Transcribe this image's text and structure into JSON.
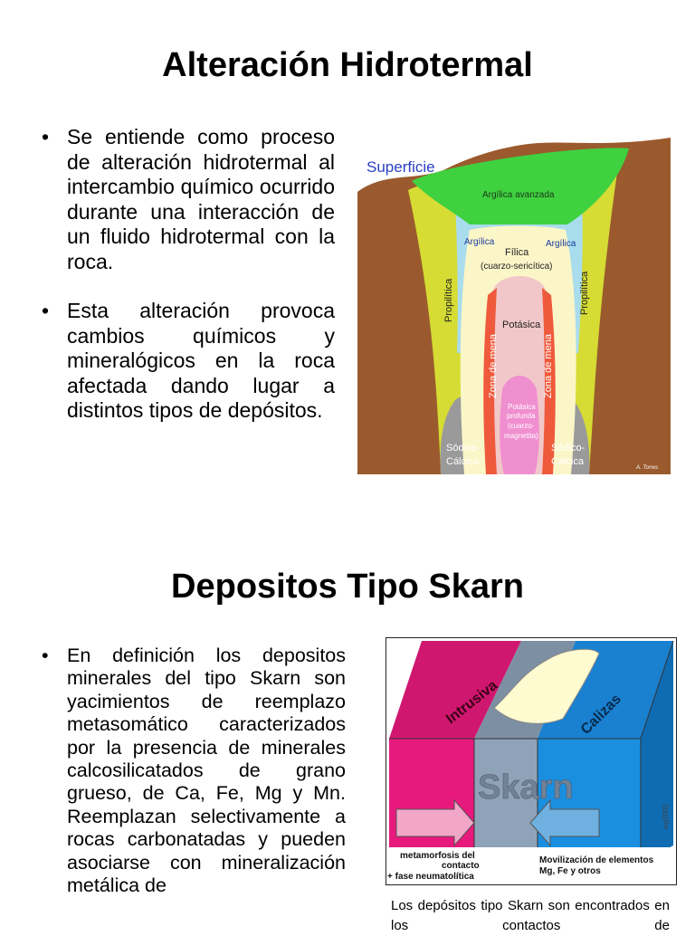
{
  "section1": {
    "title": "Alteración Hidrotermal",
    "bullets": [
      "Se entiende como proceso de alteración hidrotermal al intercambio químico ocurrido durante una interacción  de un fluido hidrotermal con la roca.",
      "Esta alteración provoca cambios químicos y mineralógicos en la roca afectada dando lugar a distintos tipos de depósitos."
    ],
    "figure": {
      "labels": {
        "superficie": "Superficie",
        "argilica_avanzada": "Argílica avanzada",
        "argilica": "Argílica",
        "filica": "Fílica",
        "filica_sub": "(cuarzo-sericítica)",
        "propilitica": "Propilítica",
        "potasica": "Potásica",
        "zona_mena": "Zona de mena",
        "potasica_profunda_1": "Potásica",
        "potasica_profunda_2": "profunda",
        "potasica_profunda_3": "(cuarzo-",
        "potasica_profunda_4": "magnetita)",
        "sodico_1": "Sódico-",
        "sodico_2": "Cálcica",
        "author": "A. Torres"
      },
      "colors": {
        "host_rock": "#9a5a2e",
        "argilica_avanzada": "#3fd140",
        "propilitica": "#d6dc33",
        "argilica": "#a9dcec",
        "filica": "#fbf6c8",
        "potasica": "#f2c7c9",
        "zona_mena": "#ef5a3c",
        "potasica_profunda": "#f08fd0",
        "sodico_calcica": "#9a9a9a"
      }
    }
  },
  "section2": {
    "title": "Depositos Tipo Skarn",
    "bullets": [
      "En definición los depositos minerales del tipo Skarn son yacimientos de reemplazo metasomático caracterizados por la presencia de minerales calcosilicatados de grano grueso, de Ca, Fe, Mg y Mn. Reemplazan selectivamente a rocas carbonatadas y pueden asociarse con mineralización metálica de"
    ],
    "figure": {
      "labels": {
        "intrusiva": "Intrusiva",
        "calizas": "Calizas",
        "skarn": "Skarn",
        "left_note_1": "metamorfosis del",
        "left_note_2": "contacto",
        "left_note_3": "+ fase neumatolítica",
        "right_note_1": "Movilización de elementos",
        "right_note_2": "Mg, Fe y otros",
        "credit": "wg2002"
      },
      "colors": {
        "intrusiva": "#e8197d",
        "calizas": "#1a8fe0",
        "skarn": "#8fa3b8",
        "top_white": "#fffbd0"
      }
    },
    "caption": "Los depósitos tipo Skarn son encontrados en los contactos de"
  }
}
